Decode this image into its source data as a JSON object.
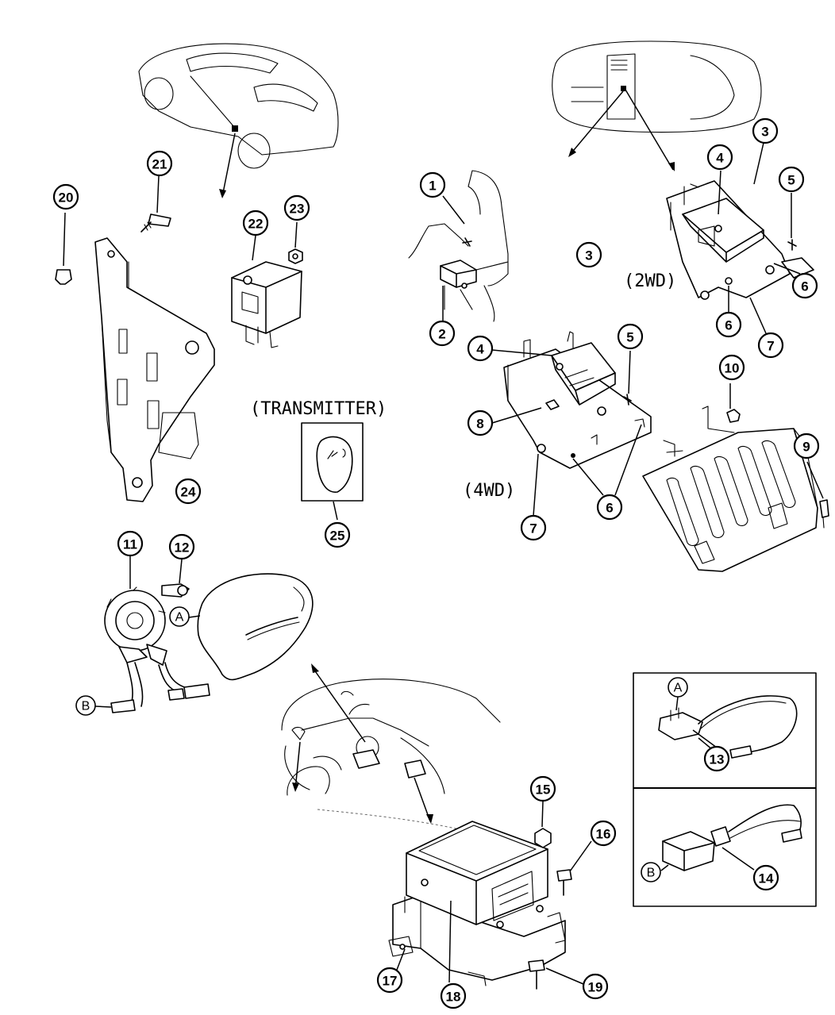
{
  "labels": {
    "transmitter": "(TRANSMITTER)",
    "two_wd": "(2WD)",
    "four_wd": "(4WD)"
  },
  "callouts": {
    "n1": "1",
    "n2": "2",
    "n3a": "3",
    "n3b": "3",
    "n4a": "4",
    "n4b": "4",
    "n5a": "5",
    "n5b": "5",
    "n6a": "6",
    "n6b": "6",
    "n6c": "6",
    "n7a": "7",
    "n7b": "7",
    "n8": "8",
    "n9": "9",
    "n10": "10",
    "n11": "11",
    "n12": "12",
    "n13": "13",
    "n14": "14",
    "n15": "15",
    "n16": "16",
    "n17": "17",
    "n18": "18",
    "n19": "19",
    "n20": "20",
    "n21": "21",
    "n22": "22",
    "n23": "23",
    "n24": "24",
    "n25": "25"
  },
  "connector_letters": {
    "a_main": "A",
    "b_main": "B",
    "a_inset": "A",
    "b_inset": "B"
  }
}
